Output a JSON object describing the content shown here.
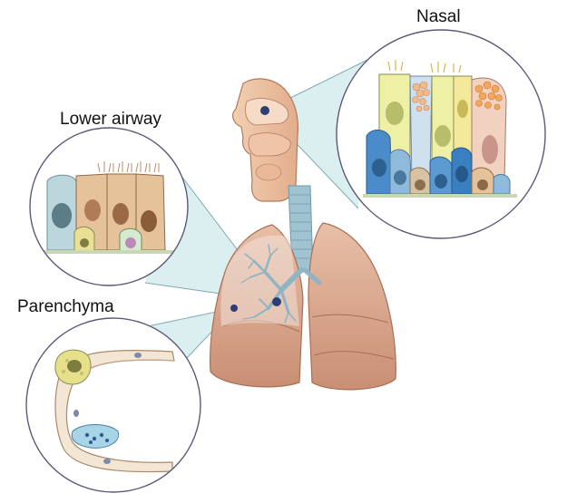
{
  "labels": {
    "nasal": "Nasal",
    "lower_airway": "Lower airway",
    "parenchyma": "Parenchyma"
  },
  "colors": {
    "skin": "#e9b99a",
    "lung": "#d9a48c",
    "airway_blue": "#9fc3d0",
    "callout_fill": "#cfe9ec",
    "circle_stroke": "#5a5a7a",
    "marker": "#2c3e73",
    "goblet_cell": "#e6e08a",
    "basal_cell_blue": "#3a7fc0",
    "ciliated_cell_tan": "#e6c29a"
  },
  "icons": [
    "nasal-epithelium-illustration",
    "lower-airway-epithelium-illustration",
    "alveolar-parenchyma-illustration",
    "respiratory-tract-illustration"
  ]
}
